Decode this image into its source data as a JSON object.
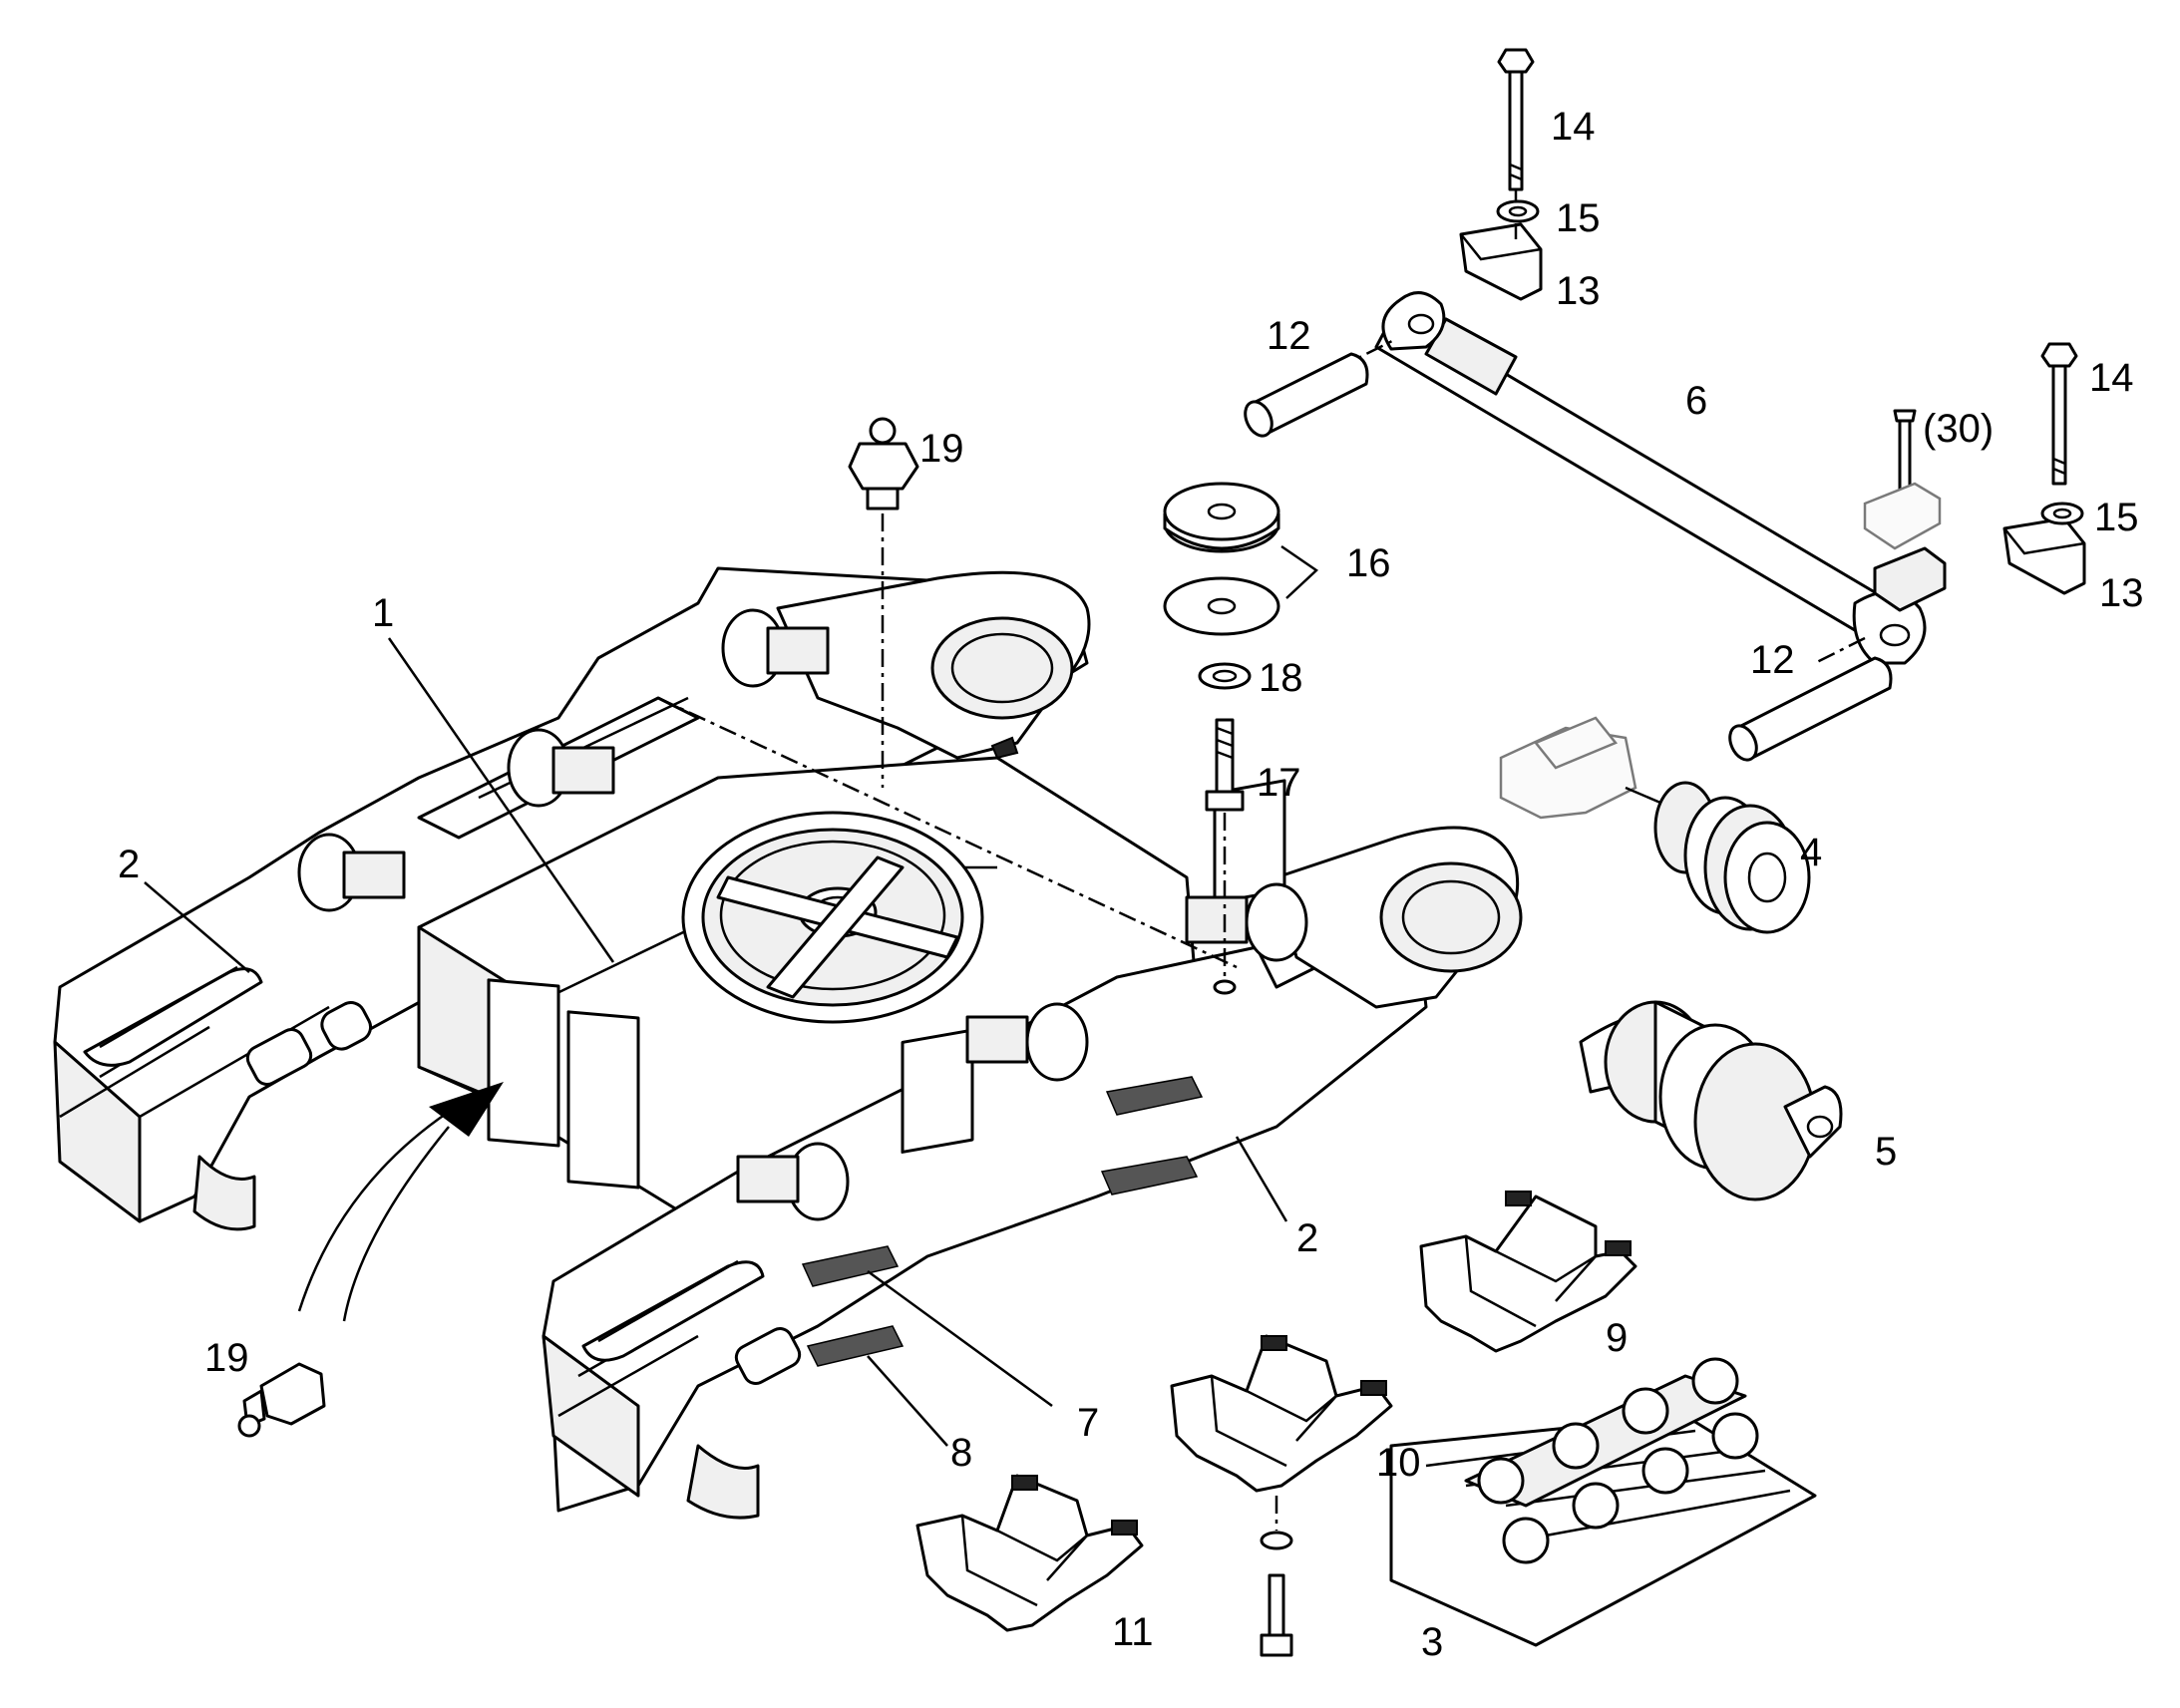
{
  "callouts": [
    {
      "id": "label-1",
      "text": "1"
    },
    {
      "id": "label-2-left",
      "text": "2"
    },
    {
      "id": "label-2-right",
      "text": "2"
    },
    {
      "id": "label-3",
      "text": "3"
    },
    {
      "id": "label-4",
      "text": "4"
    },
    {
      "id": "label-5",
      "text": "5"
    },
    {
      "id": "label-6",
      "text": "6"
    },
    {
      "id": "label-7",
      "text": "7"
    },
    {
      "id": "label-8",
      "text": "8"
    },
    {
      "id": "label-9",
      "text": "9"
    },
    {
      "id": "label-10",
      "text": "10"
    },
    {
      "id": "label-11",
      "text": "11"
    },
    {
      "id": "label-12-top",
      "text": "12"
    },
    {
      "id": "label-12-bottom",
      "text": "12"
    },
    {
      "id": "label-13-left",
      "text": "13"
    },
    {
      "id": "label-13-right",
      "text": "13"
    },
    {
      "id": "label-14-left",
      "text": "14"
    },
    {
      "id": "label-14-right",
      "text": "14"
    },
    {
      "id": "label-15-left",
      "text": "15"
    },
    {
      "id": "label-15-right",
      "text": "15"
    },
    {
      "id": "label-16",
      "text": "16"
    },
    {
      "id": "label-17",
      "text": "17"
    },
    {
      "id": "label-18",
      "text": "18"
    },
    {
      "id": "label-19-top",
      "text": "19"
    },
    {
      "id": "label-19-bottom",
      "text": "19"
    },
    {
      "id": "label-30",
      "text": "(30)"
    }
  ]
}
